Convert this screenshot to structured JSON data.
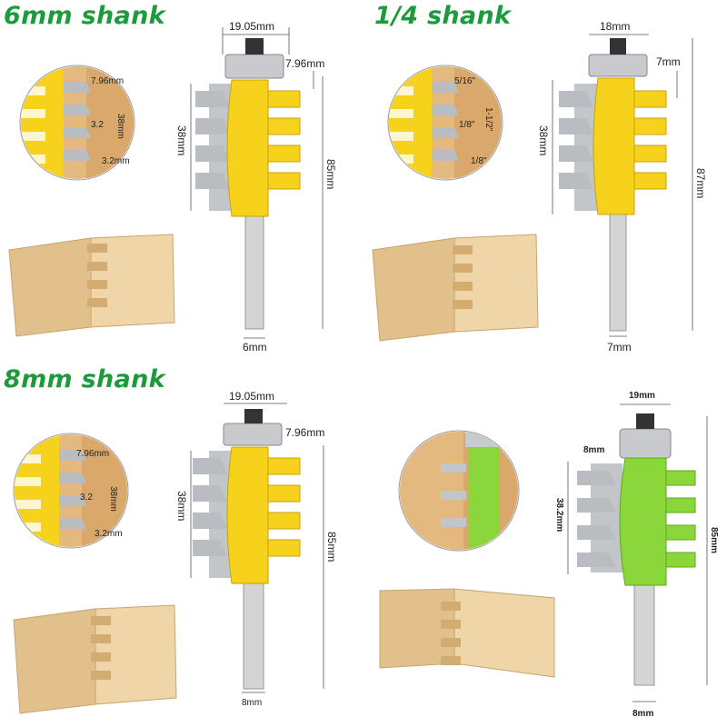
{
  "colors": {
    "title": "#1c9b3c",
    "cutter_yellow": "#f6d21c",
    "cutter_green": "#8bd63a",
    "wood": "#e8c99a",
    "steel": "#b9bcc0"
  },
  "panels": [
    {
      "title": "6mm shank",
      "shank": "6mm",
      "width": "19.05mm",
      "offset": "7.96mm",
      "cut_height": "38mm",
      "total_length": "85mm",
      "zoom": {
        "top": "7.96mm",
        "mid": "3.2",
        "bottom": "3.2mm",
        "side": "38mm"
      }
    },
    {
      "title": "1/4 shank",
      "shank": "7mm",
      "width": "18mm",
      "offset": "7mm",
      "cut_height": "38mm",
      "total_length": "87mm",
      "zoom": {
        "top": "5/16\"",
        "mid": "1/8\"",
        "bottom": "1/8\"",
        "side": "1-1/2\""
      }
    },
    {
      "title": "8mm shank",
      "shank": "8mm",
      "width": "19.05mm",
      "offset": "7.96mm",
      "cut_height": "38mm",
      "total_length": "85mm",
      "zoom": {
        "top": "7.96mm",
        "mid": "3.2",
        "bottom": "3.2mm",
        "side": "38mm"
      }
    },
    {
      "title": "",
      "shank": "8mm",
      "width": "19mm",
      "offset": "8mm",
      "cut_height": "38.2mm",
      "total_length": "85mm"
    }
  ]
}
